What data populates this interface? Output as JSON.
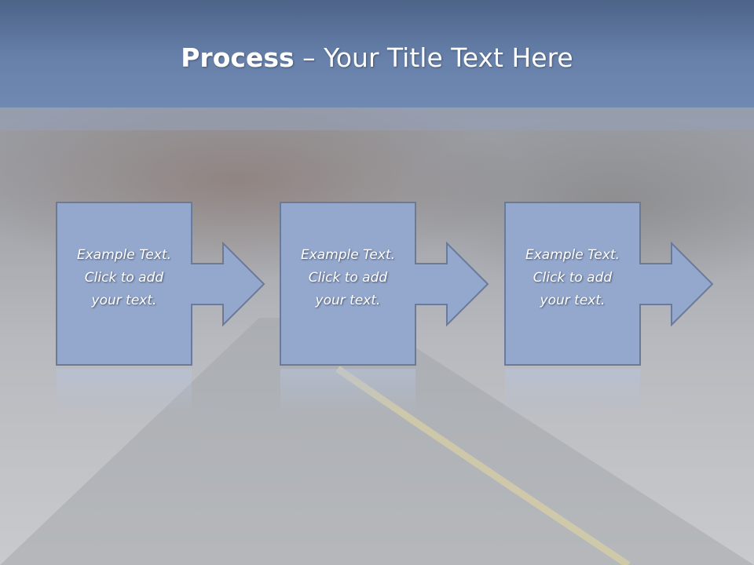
{
  "slide": {
    "title_bold": "Process",
    "title_rest": " – Your Title Text Here"
  },
  "colors": {
    "header": "#6781ab",
    "box_fill": "#94a8ce",
    "box_stroke": "#6a7a98",
    "text": "#ffffff"
  },
  "steps": [
    {
      "lines": [
        "Example Text.",
        "Click  to add",
        "your text."
      ]
    },
    {
      "lines": [
        "Example Text.",
        "Click  to add",
        "your text."
      ]
    },
    {
      "lines": [
        "Example Text.",
        "Click  to add",
        "your text."
      ]
    }
  ]
}
